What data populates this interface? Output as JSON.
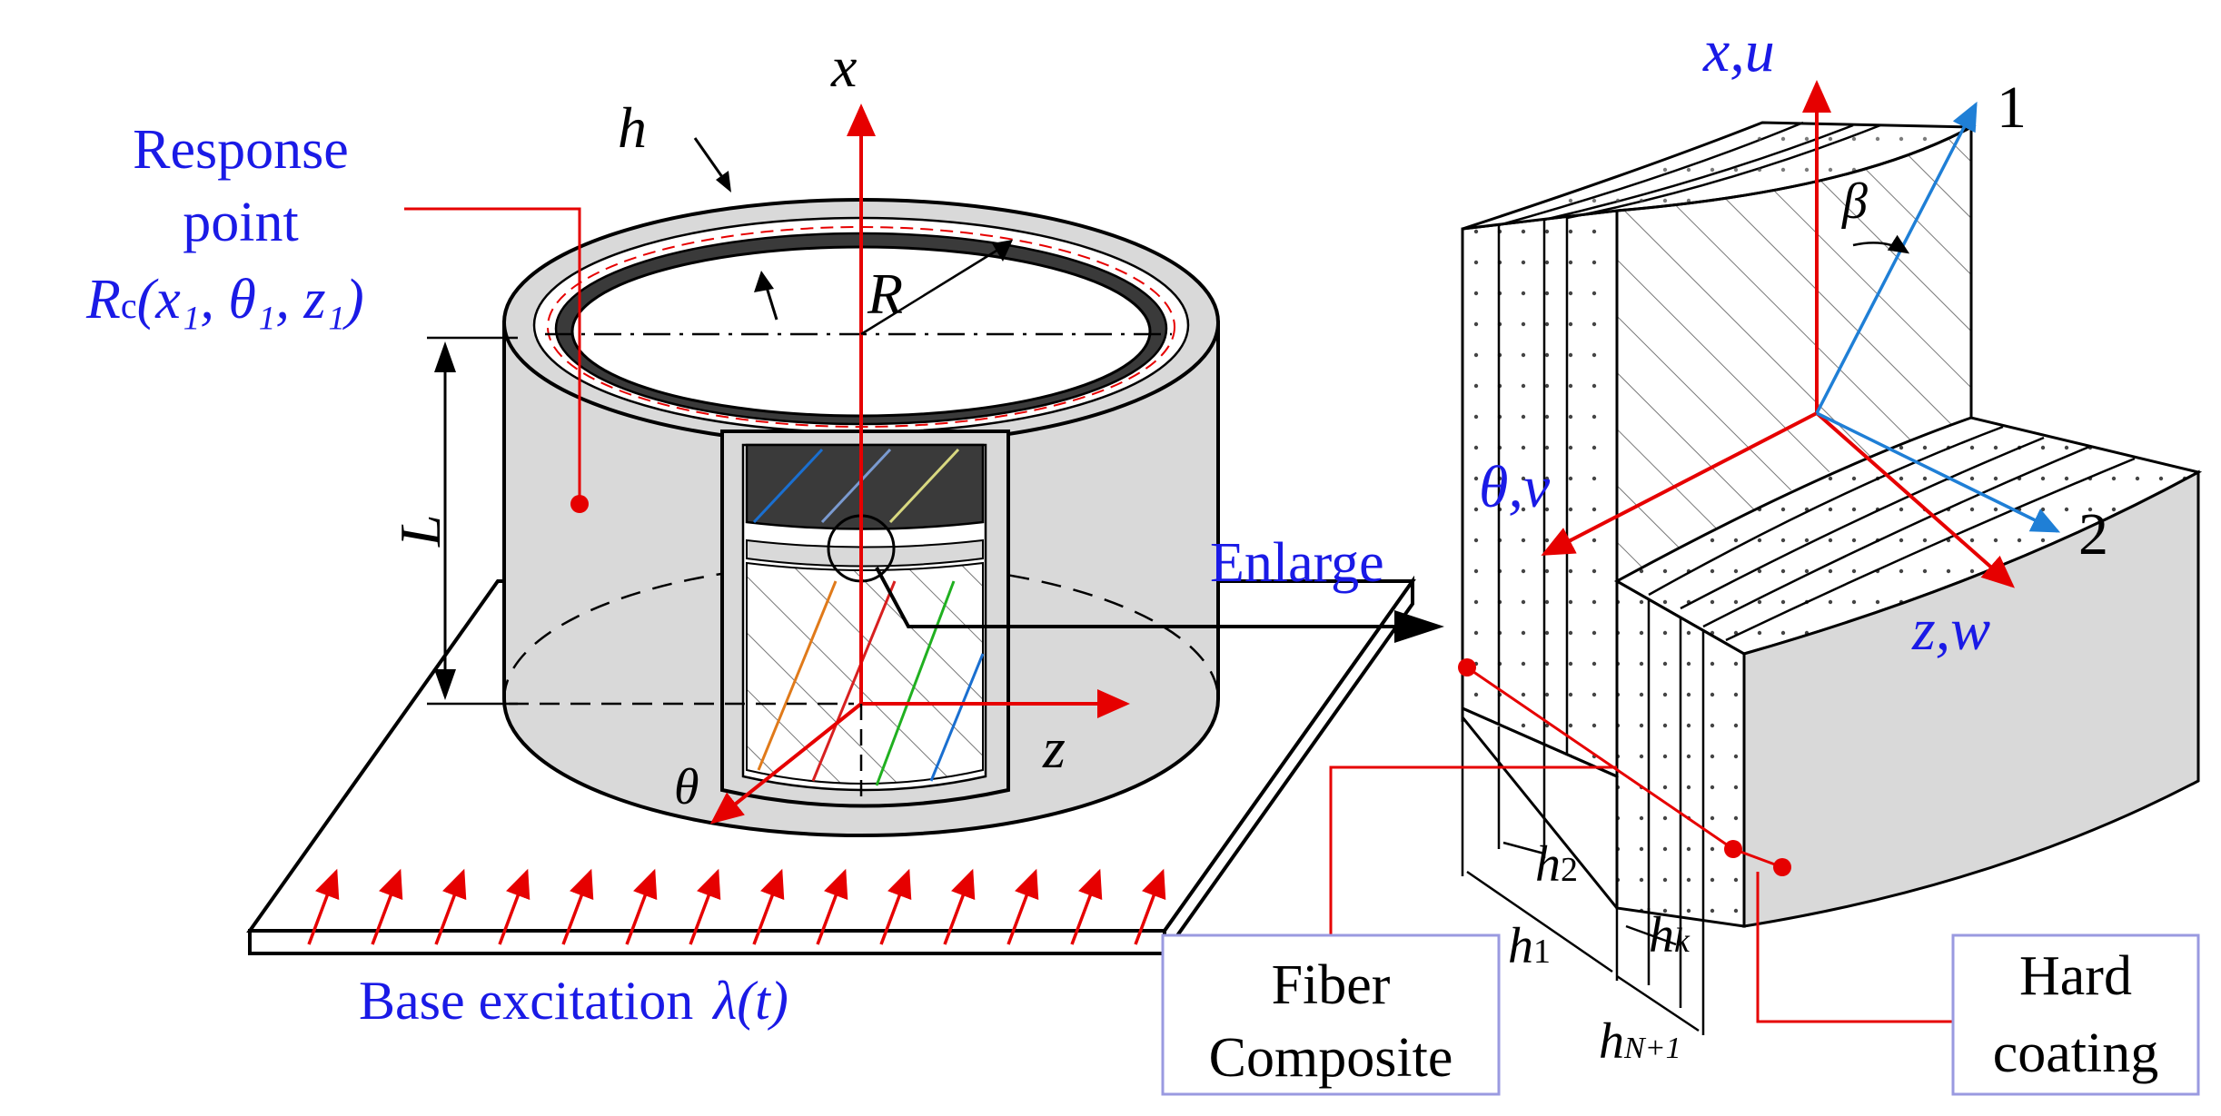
{
  "colors": {
    "label_blue": "#1a1ae6",
    "axis_red": "#e60000",
    "fiber_axis_blue": "#1f7fd6",
    "shell_gray": "#d9d9d9",
    "coating_dark": "#3a3a3a",
    "box_border": "#9a9ae0"
  },
  "left": {
    "response_line1": "Response",
    "response_line2": "point",
    "response_point_R": "R",
    "response_point_sub_c": "c",
    "response_point_args": "(x₁, θ₁, z₁)",
    "axis_x": "x",
    "axis_z": "z",
    "axis_theta": "θ",
    "label_h": "h",
    "label_R": "R",
    "label_L": "L",
    "base_excitation": "Base excitation",
    "lambda": "λ(t)"
  },
  "center": {
    "enlarge": "Enlarge"
  },
  "right": {
    "axis_xu": "x,u",
    "axis_theta_v": "θ,v",
    "axis_zw": "z,w",
    "axis_1": "1",
    "axis_2": "2",
    "angle_beta": "β",
    "h2_base": "h",
    "h2_sub": "2",
    "h1_base": "h",
    "h1_sub": "1",
    "hk_base": "h",
    "hk_sub": "k",
    "hN_base": "h",
    "hN_sub": "N+1",
    "fiber_line1": "Fiber",
    "fiber_line2": "Composite",
    "hard_line1": "Hard",
    "hard_line2": "coating"
  },
  "icons": {
    "arrows": "arrow-marker",
    "dots": "red-dot"
  }
}
